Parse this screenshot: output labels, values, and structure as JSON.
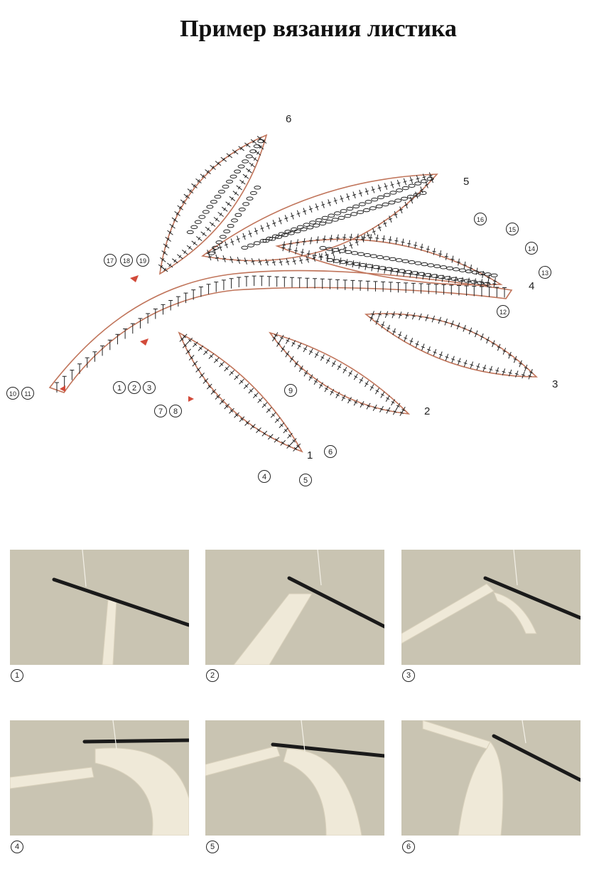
{
  "title": "Пример вязания листика",
  "diagram": {
    "leaf_numbers": [
      "1",
      "2",
      "3",
      "4",
      "5",
      "6"
    ],
    "circled_markers": [
      "1",
      "2",
      "3",
      "4",
      "5",
      "6",
      "7",
      "8",
      "9",
      "10",
      "11",
      "12",
      "13",
      "14",
      "15",
      "16",
      "17",
      "18",
      "19"
    ]
  },
  "steps": [
    {
      "number": "1"
    },
    {
      "number": "2"
    },
    {
      "number": "3"
    },
    {
      "number": "4"
    },
    {
      "number": "5"
    },
    {
      "number": "6"
    }
  ],
  "colors": {
    "outline": "#c0745a",
    "stitch": "#222222",
    "arrow": "#d24a3a",
    "photo_bg": "#c9c4b2",
    "yarn": "#efe9d8",
    "hook": "#1a1a1a"
  }
}
